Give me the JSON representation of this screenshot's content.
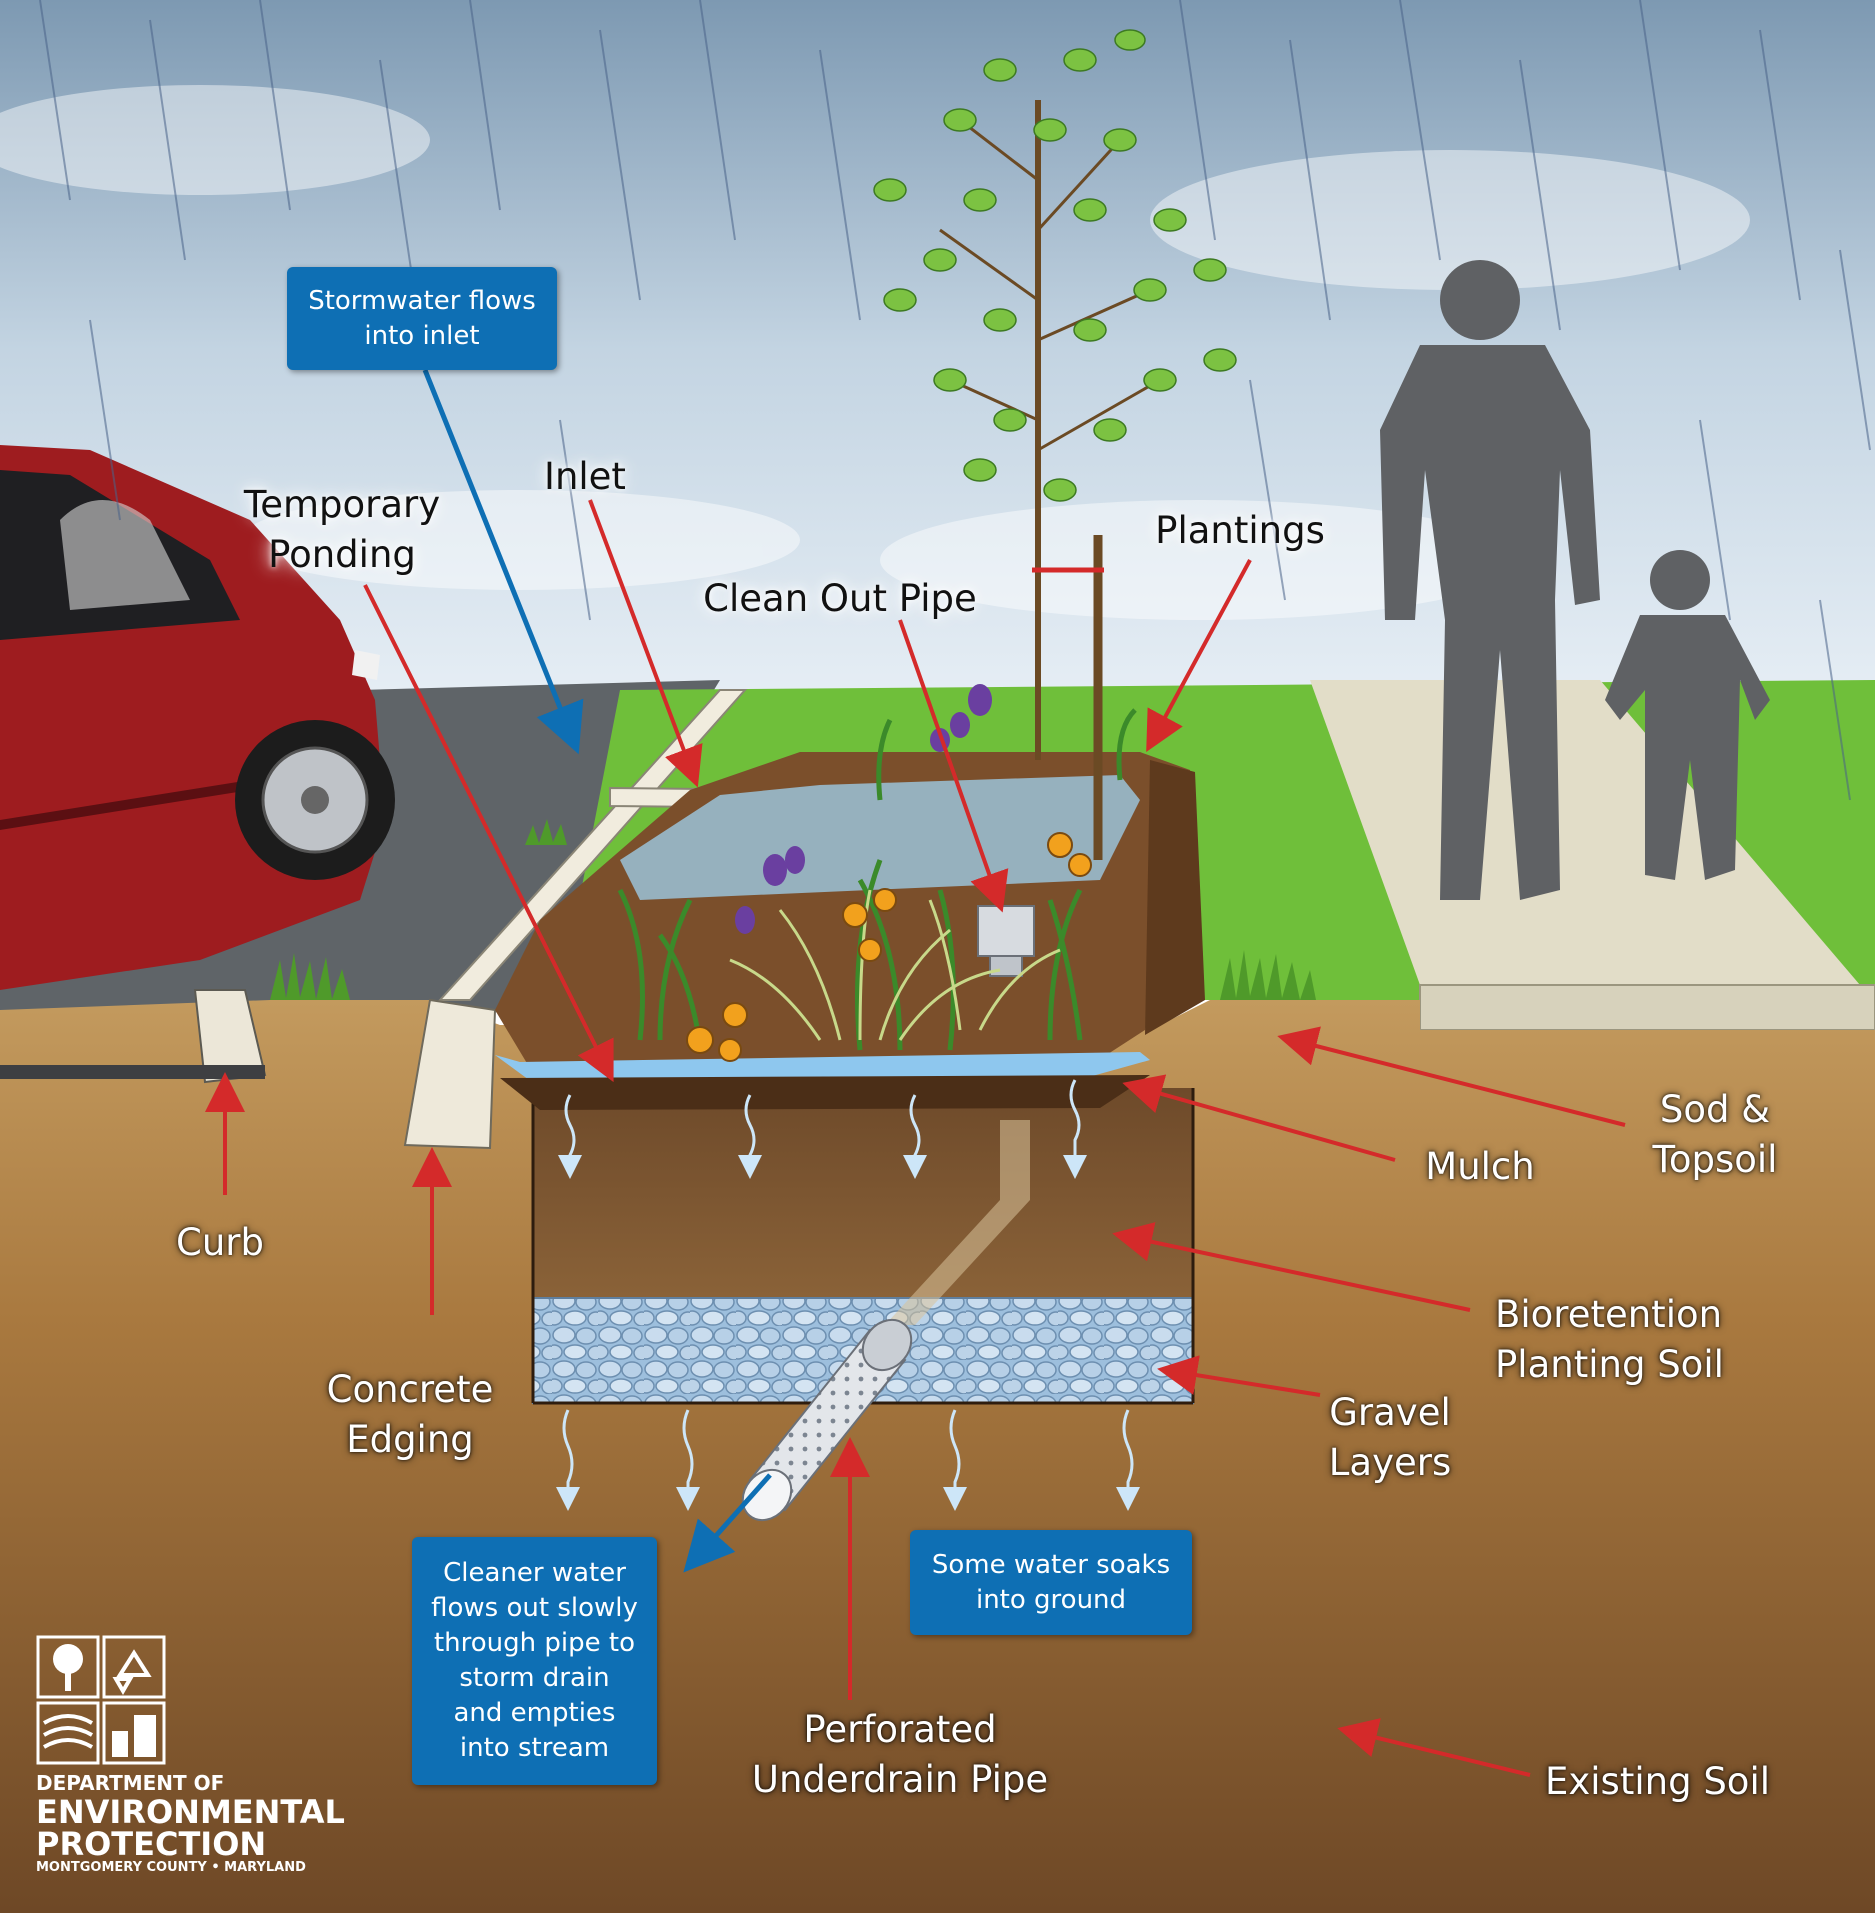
{
  "labels": {
    "temporary_ponding": "Temporary\nPonding",
    "inlet": "Inlet",
    "clean_out_pipe": "Clean Out Pipe",
    "plantings": "Plantings",
    "curb": "Curb",
    "concrete_edging": "Concrete\nEdging",
    "mulch": "Mulch",
    "sod_topsoil": "Sod &\nTopsoil",
    "bioretention_soil": "Bioretention\nPlanting Soil",
    "gravel_layers": "Gravel\nLayers",
    "perforated_pipe": "Perforated\nUnderdrain Pipe",
    "existing_soil": "Existing Soil"
  },
  "callouts": {
    "stormwater_inlet": "Stormwater flows\ninto inlet",
    "cleaner_water": "Cleaner water\nflows out slowly\nthrough pipe to\nstorm drain\nand empties\ninto stream",
    "soaks_ground": "Some water soaks\ninto ground"
  },
  "logo": {
    "line1": "DEPARTMENT OF",
    "line2": "ENVIRONMENTAL",
    "line3": "PROTECTION",
    "line4": "MONTGOMERY COUNTY • MARYLAND"
  },
  "colors": {
    "callout_blue": "#0e6fb4",
    "arrow_red": "#d42a2a",
    "soil": "#8a5f33",
    "gravel": "#8fb6d9",
    "grass": "#6fbf3a"
  }
}
